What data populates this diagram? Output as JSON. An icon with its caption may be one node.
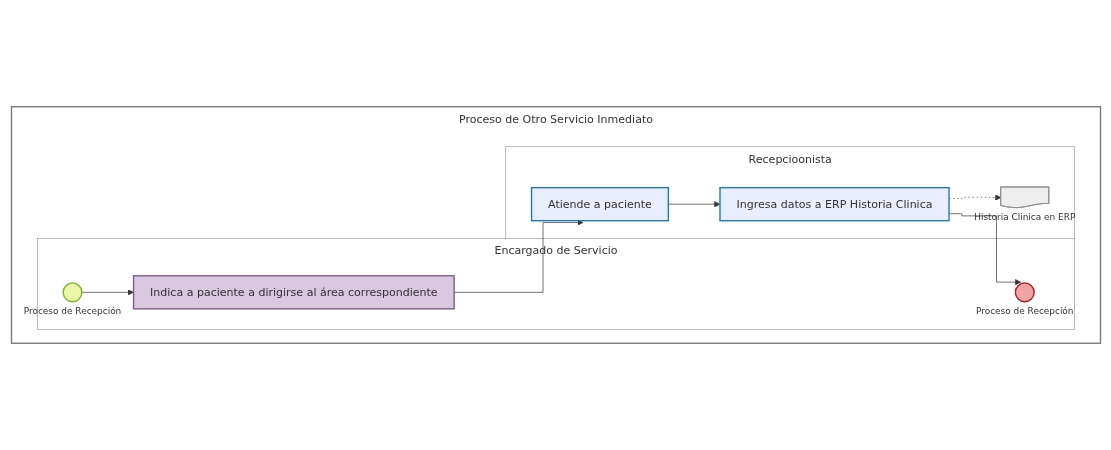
{
  "diagram": {
    "nodes": [
      {
        "text": [
          "Proceso de Otro Servicio Inmediato"
        ]
      },
      {
        "text": [
          "Encargado de Servicio"
        ],
        "in": 0
      },
      {
        "text": [
          "Recepcioonista"
        ],
        "in": 0
      },
      {
        "text": [],
        "shape": "circle",
        "beside": [
          "Proceso de Recepción"
        ],
        "in": 1
      },
      {
        "text": [
          "Indica a paciente a dirigirse al área correspondiente"
        ],
        "in": 1
      },
      {
        "text": [],
        "shape": "circle",
        "beside": [
          "Proceso de Recepción"
        ],
        "in": 1
      },
      {
        "text": [
          "Atiende a paciente"
        ],
        "in": 2
      },
      {
        "text": [
          "Ingresa datos a ERP Historia Clinica"
        ],
        "in": 2
      },
      {
        "text": [],
        "shape": "document",
        "beside": [
          "Historia Clinica en ERP"
        ],
        "in": 2
      }
    ],
    "edges": [
      {
        "from": 3,
        "to": 4,
        "arrow": "to"
      },
      {
        "from": 4,
        "to": 6,
        "arrow": "to"
      },
      {
        "from": 6,
        "to": 7,
        "arrow": "to"
      },
      {
        "from": 7,
        "to": 5,
        "arrow": "to"
      },
      {
        "from": 7,
        "to": 8,
        "arrow": "to",
        "style": "dashed"
      }
    ]
  }
}
